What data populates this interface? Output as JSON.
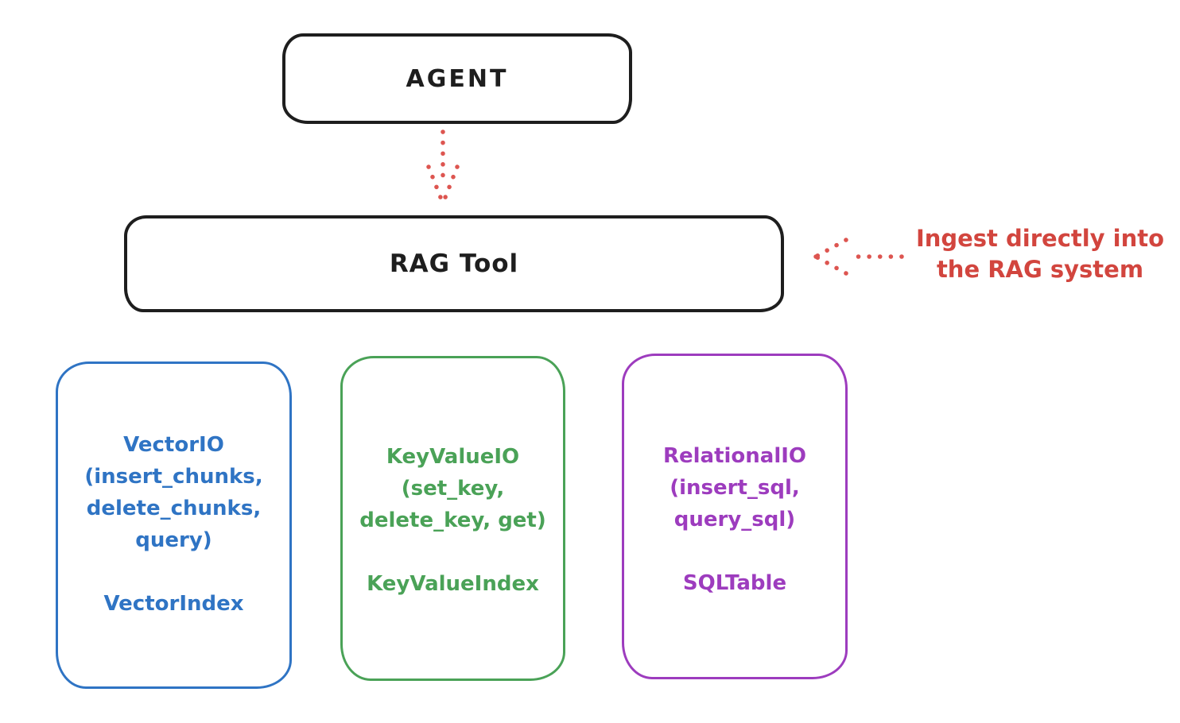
{
  "colors": {
    "background": "#ffffff",
    "stroke_black": "#1e1e1e",
    "accent_red": "#d2453e",
    "accent_blue": "#2f74c4",
    "accent_green": "#4aa257",
    "accent_purple": "#9d3cbe"
  },
  "agent_box": {
    "label": "AGENT"
  },
  "rag_box": {
    "label": "RAG Tool"
  },
  "annotation": {
    "line1": "Ingest directly into",
    "line2": "the RAG system"
  },
  "io_boxes": [
    {
      "name": "vector-io",
      "lines": [
        "VectorIO",
        "(insert_chunks,",
        "delete_chunks,",
        "query)"
      ],
      "index_label": "VectorIndex"
    },
    {
      "name": "keyvalue-io",
      "lines": [
        "KeyValueIO",
        "(set_key,",
        "delete_key, get)"
      ],
      "index_label": "KeyValueIndex"
    },
    {
      "name": "relational-io",
      "lines": [
        "RelationalIO",
        "(insert_sql,",
        "query_sql)"
      ],
      "index_label": "SQLTable"
    }
  ]
}
